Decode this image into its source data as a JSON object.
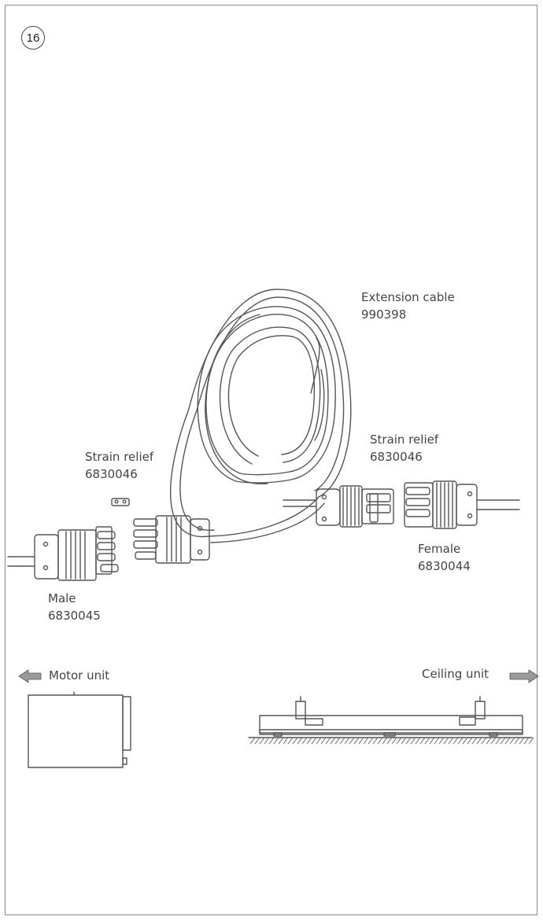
{
  "step": {
    "number": "16"
  },
  "labels": {
    "extension_cable": {
      "name": "Extension cable",
      "code": "990398"
    },
    "strain_relief_left": {
      "name": "Strain relief",
      "code": "6830046"
    },
    "strain_relief_right": {
      "name": "Strain relief",
      "code": "6830046"
    },
    "female": {
      "name": "Female",
      "code": "6830044"
    },
    "male": {
      "name": "Male",
      "code": "6830045"
    }
  },
  "units": {
    "motor": "Motor unit",
    "ceiling": "Ceiling unit"
  },
  "icons": {
    "left_arrow": "arrow-left-icon",
    "right_arrow": "arrow-right-icon"
  },
  "colors": {
    "line": "#555555",
    "arrow_fill": "#9a9a9a",
    "border": "#8a8a8a"
  }
}
